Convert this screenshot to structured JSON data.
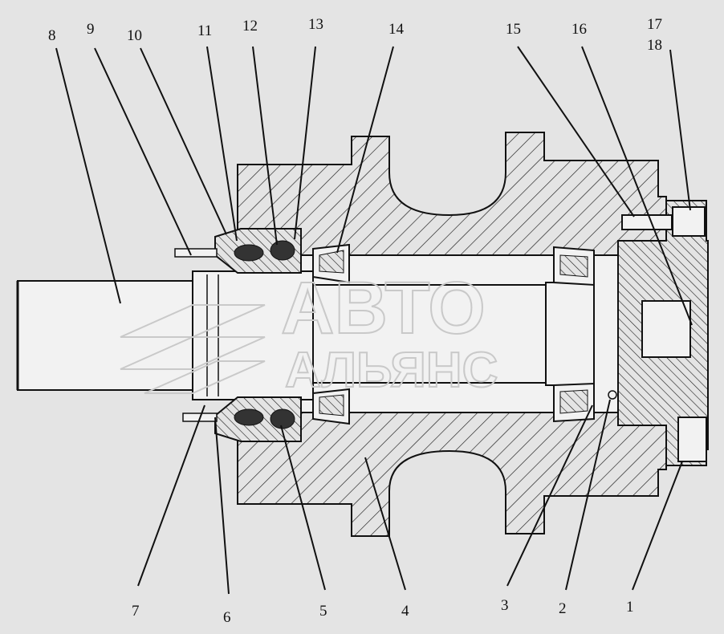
{
  "diagram": {
    "callouts_top": [
      "8",
      "9",
      "10",
      "11",
      "12",
      "13",
      "14",
      "15",
      "16",
      "17",
      "18"
    ],
    "callouts_bottom": [
      "7",
      "6",
      "5",
      "4",
      "3",
      "2",
      "1"
    ]
  },
  "watermark": {
    "line1": "АВТО",
    "line2": "АЛЬЯНС"
  },
  "colors": {
    "background": "#e4e4e4",
    "ink": "#111111",
    "shaft": "#f2f2f2",
    "hatch": "#1a1a1a",
    "watermark": "#c9c9c9"
  }
}
